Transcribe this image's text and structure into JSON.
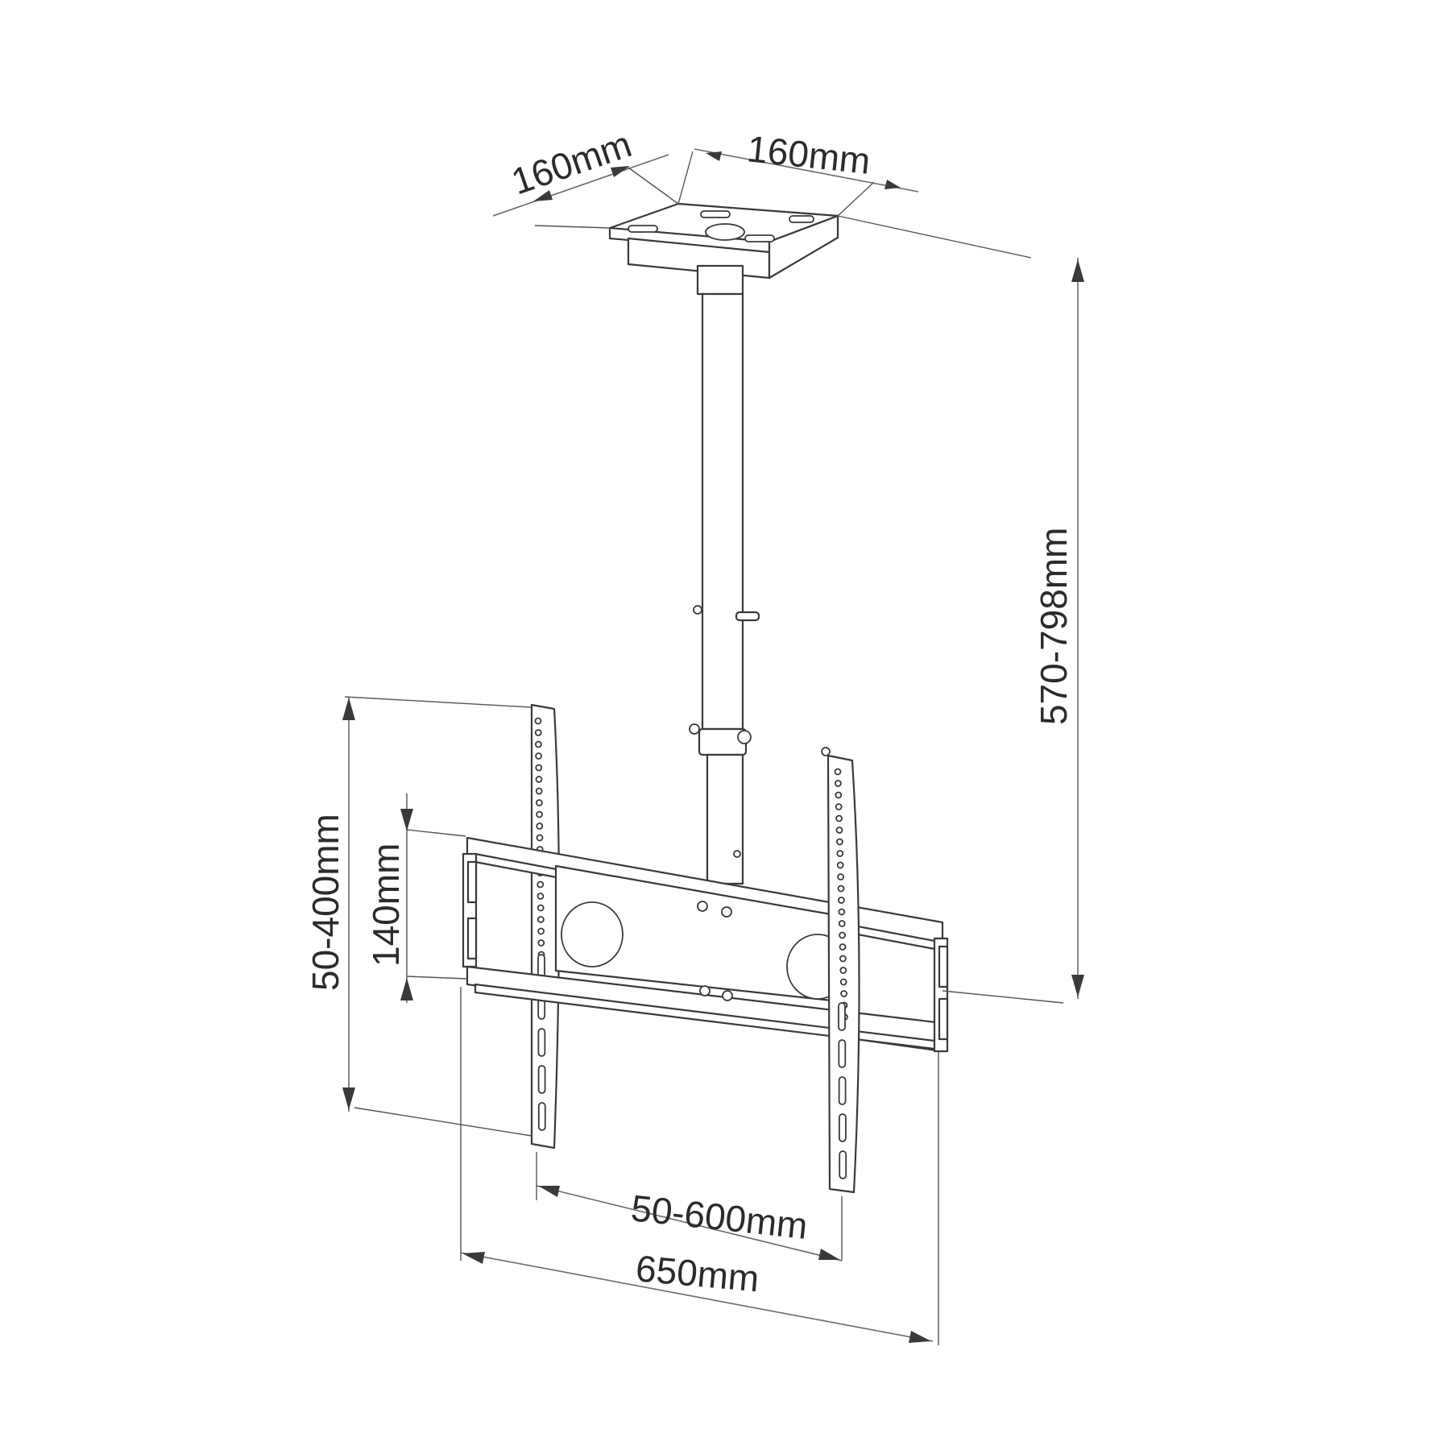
{
  "dimensions": {
    "plate_depth": "160mm",
    "plate_width": "160mm",
    "pole_height": "570-798mm",
    "vertical_pattern": "50-400mm",
    "rail_gap": "140mm",
    "horizontal_pattern": "50-600mm",
    "total_width": "650mm"
  },
  "colors": {
    "line": "#3a3a3a",
    "text": "#2b2b2b",
    "background": "#ffffff"
  }
}
